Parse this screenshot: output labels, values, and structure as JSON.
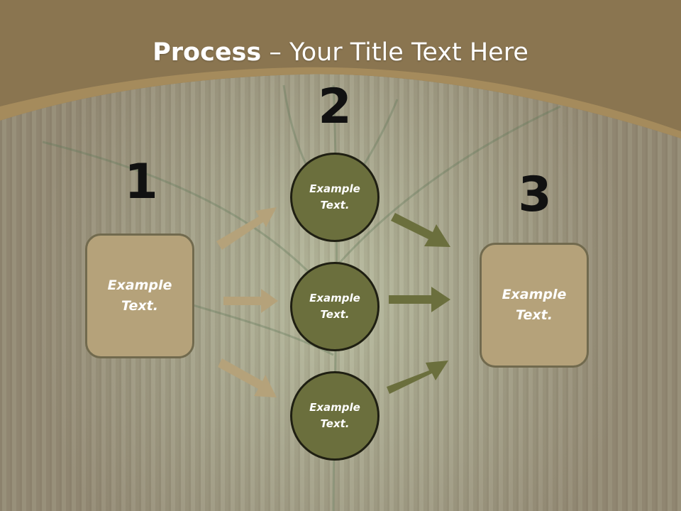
{
  "title": {
    "bold": "Process",
    "rest": " – Your Title Text Here"
  },
  "steps": [
    {
      "number": "1",
      "text": "Example Text."
    },
    {
      "number": "2",
      "text": "Example Text.",
      "items": [
        "Example Text.",
        "Example Text.",
        "Example Text."
      ]
    },
    {
      "number": "3",
      "text": "Example Text."
    }
  ],
  "colors": {
    "box_fill": "#b5a27a",
    "circle_fill": "#6b6f3d",
    "arrow_left": "#b5a27a",
    "arrow_right": "#6b6f3d",
    "header_band": "#9a8258"
  }
}
